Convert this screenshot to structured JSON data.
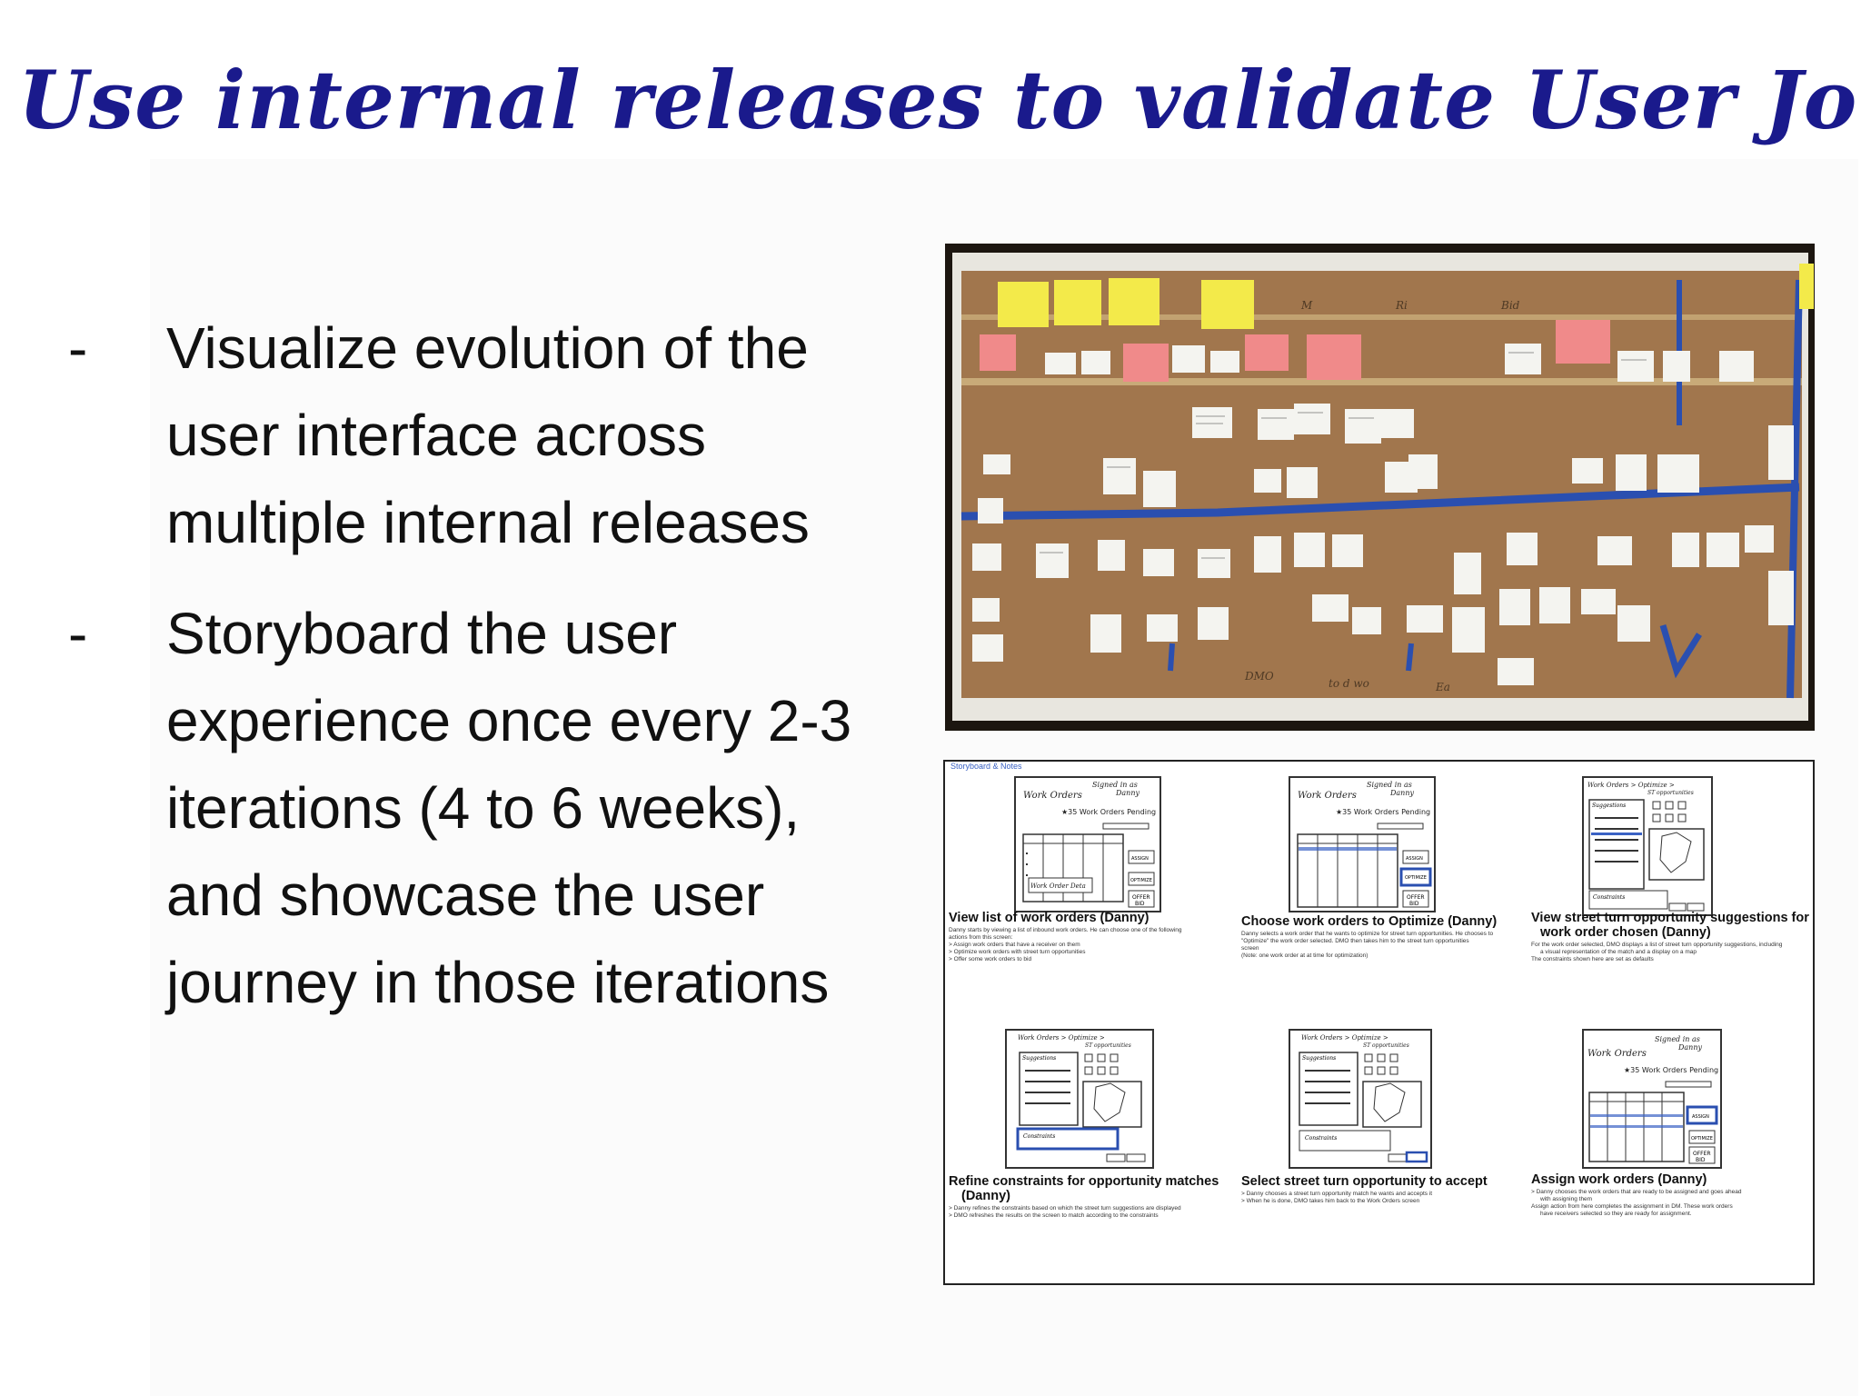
{
  "slide": {
    "title": "Use internal releases to validate User Journeys",
    "bullets": [
      {
        "marker": "-",
        "text": "Visualize evolution of the user interface across multiple internal releases"
      },
      {
        "marker": "-",
        "text": "Storyboard the user experience once every 2-3 iterations (4 to 6 weeks), and showcase the user journey in those iterations"
      }
    ]
  },
  "storyboard": {
    "header": "Storyboard & Notes",
    "panels": [
      {
        "caption": "View list of work orders (Danny)",
        "sketch_heading": "Work Orders",
        "signed": "Signed in as Danny",
        "desc": [
          "Danny starts by viewing a list of inbound work orders. He can choose one of the following",
          "actions from this screen:",
          "> Assign work orders that have a receiver on them",
          "> Optimize work orders with street turn opportunities",
          "> Offer some work orders to bid"
        ]
      },
      {
        "caption": "Choose work orders to Optimize (Danny)",
        "sketch_heading": "Work Orders",
        "signed": "Signed in as Danny",
        "desc": [
          "Danny selects a work order that he wants to optimize for street turn opportunities. He chooses to",
          "\"Optimize\" the work order selected. DMO then takes him to the street turn opportunities",
          "screen",
          "(Note: one work order at at time for optimization)"
        ]
      },
      {
        "caption": "View street turn opportunity suggestions for",
        "caption2": "work order chosen (Danny)",
        "sketch_heading": "Work Orders > Optimize > ST opportunities",
        "desc": [
          "For the work order selected, DMO displays a list of street turn opportunity suggestions, including",
          "a visual representation of the match and a display on a map",
          "The constraints shown here are set as defaults"
        ]
      },
      {
        "caption": "Refine constraints for opportunity matches",
        "caption2": "(Danny)",
        "sketch_heading": "Work Orders > Optimize > ST opportunities",
        "desc": [
          "> Danny refines the constraints based on which the street turn suggestions are displayed",
          "> DMO refreshes the results on the screen to match according to the constraints"
        ]
      },
      {
        "caption": "Select street turn opportunity to accept",
        "sketch_heading": "Work Orders > Optimize > ST opportunities",
        "desc": [
          "> Danny chooses a street turn opportunity match he wants and accepts it",
          "> When he is done, DMO takes him back to the Work Orders screen"
        ]
      },
      {
        "caption": "Assign work orders (Danny)",
        "sketch_heading": "Work Orders",
        "signed": "Signed in as Danny",
        "desc": [
          "> Danny chooses the work orders that are ready to be assigned and goes ahead",
          "with assigning them",
          "Assign action from here completes the assignment in DM. These work orders",
          "have receivers selected so they are ready for assignment."
        ]
      }
    ]
  },
  "colors": {
    "title": "#1a1a8c",
    "body_text": "#111111",
    "tape": "#2a4fb0",
    "sticky_yellow": "#f3ea4a",
    "sticky_pink": "#f08a8a",
    "board": "#b8895a"
  },
  "icons": {
    "wall_photo": "photo-image",
    "sketches": "wireframe-sketch"
  }
}
